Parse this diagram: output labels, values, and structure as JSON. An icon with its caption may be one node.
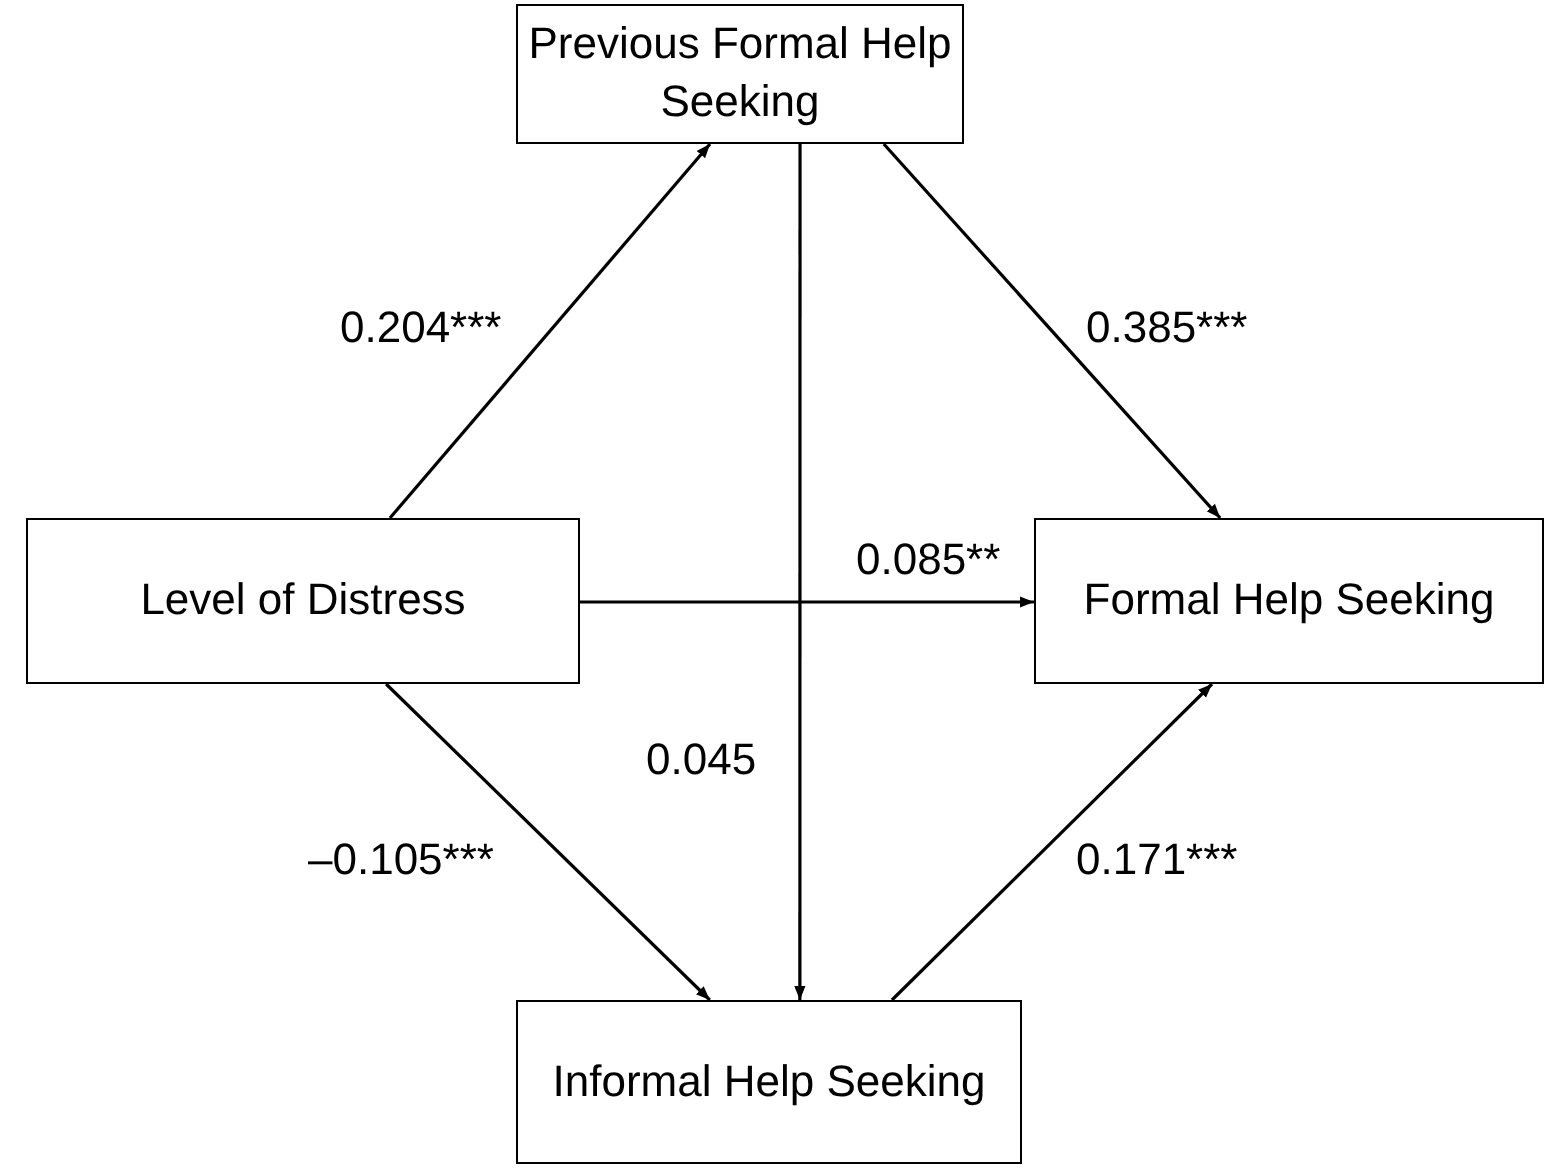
{
  "diagram": {
    "nodes": [
      {
        "text": [
          "Previous Formal Help Seeking"
        ]
      },
      {
        "text": [
          "Level of Distress"
        ]
      },
      {
        "text": [
          "Formal Help Seeking"
        ]
      },
      {
        "text": [
          "Informal Help Seeking"
        ]
      }
    ],
    "edges": [
      {
        "from": 1,
        "to": 0,
        "arrow": "to",
        "label": "0.204***"
      },
      {
        "from": 0,
        "to": 2,
        "arrow": "to",
        "label": "0.385***"
      },
      {
        "from": 1,
        "to": 2,
        "arrow": "to",
        "label": "0.085**"
      },
      {
        "from": 0,
        "to": 3,
        "arrow": "to",
        "label": "0.045"
      },
      {
        "from": 1,
        "to": 3,
        "arrow": "to",
        "label": "–0.105***"
      },
      {
        "from": 3,
        "to": 2,
        "arrow": "to",
        "label": "0.171***"
      }
    ]
  }
}
